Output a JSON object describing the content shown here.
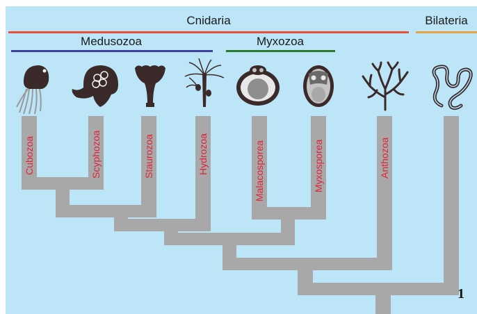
{
  "groups": {
    "cnidaria": {
      "label": "Cnidaria",
      "color": "#e8503a"
    },
    "bilateria": {
      "label": "Bilateria",
      "color": "#e8a040"
    },
    "medusozoa": {
      "label": "Medusozoa",
      "color": "#4040a0"
    },
    "myxozoa": {
      "label": "Myxozoa",
      "color": "#2a7a2a"
    }
  },
  "taxa": [
    {
      "label": "Cubozoa",
      "icon": "box-jellyfish-icon"
    },
    {
      "label": "Scyphozoa",
      "icon": "jellyfish-icon"
    },
    {
      "label": "Staurozoa",
      "icon": "stalked-jellyfish-icon"
    },
    {
      "label": "Hydrozoa",
      "icon": "hydroid-icon"
    },
    {
      "label": "Malacosporea",
      "icon": "malacosporean-spore-icon"
    },
    {
      "label": "Myxosporea",
      "icon": "myxosporean-spore-icon"
    },
    {
      "label": "Anthozoa",
      "icon": "coral-icon"
    },
    {
      "label": "",
      "icon": "worm-icon"
    }
  ],
  "figure_number": "1",
  "colors": {
    "background": "#bde5f8",
    "branch": "#a8a8a8",
    "label": "#e0223a",
    "silhouette": "#3a2a2a"
  }
}
